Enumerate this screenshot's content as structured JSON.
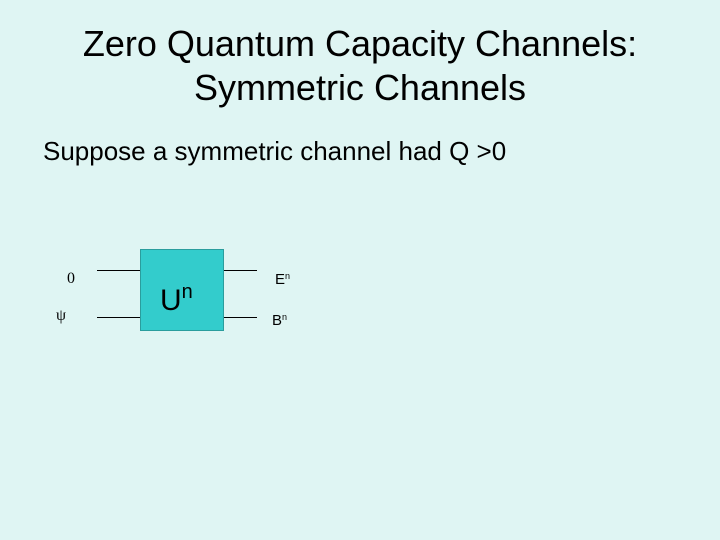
{
  "slide": {
    "title_line1": "Zero Quantum Capacity Channels:",
    "title_line2": "Symmetric Channels",
    "bullet": "Suppose a symmetric channel had Q >0"
  },
  "circuit": {
    "input_top": "0",
    "input_bottom": "ψ",
    "gate_base": "U",
    "gate_sup": "n",
    "output_top_base": "E",
    "output_top_sup": "n",
    "output_bottom_base": "B",
    "output_bottom_sup": "n",
    "gate_color": "#33cccc",
    "background_color": "#dff5f3"
  }
}
